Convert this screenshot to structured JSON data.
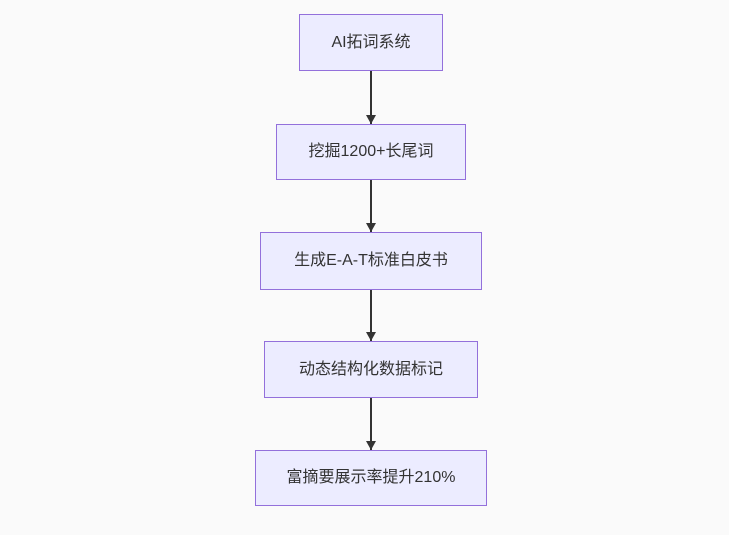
{
  "flowchart": {
    "colors": {
      "canvas_bg": "#fafafa",
      "node_fill": "#ECECFF",
      "node_border": "#9370DB",
      "text_color": "#333333",
      "arrow_color": "#333333"
    },
    "nodes": [
      {
        "label": "AI拓词系统"
      },
      {
        "label": "挖掘1200+长尾词"
      },
      {
        "label": "生成E-A-T标准白皮书"
      },
      {
        "label": "动态结构化数据标记"
      },
      {
        "label": "富摘要展示率提升210%"
      }
    ]
  }
}
